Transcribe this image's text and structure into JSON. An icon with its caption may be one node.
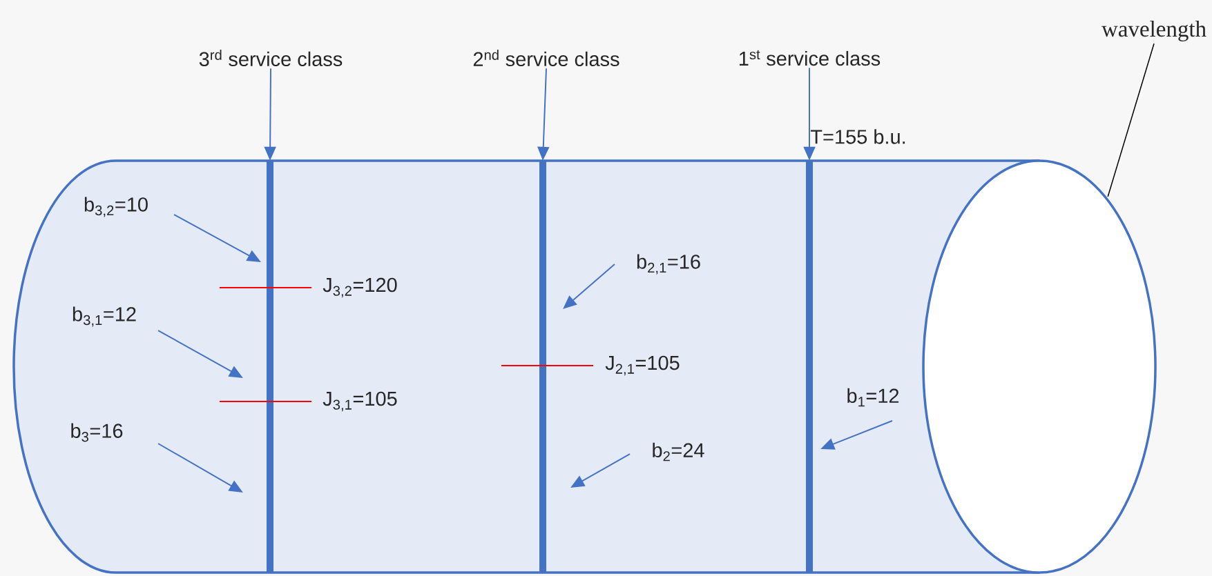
{
  "diagram": {
    "nodes": [
      {
        "text": [],
        "shape": "cylinder",
        "beside": [
          "T=155 b.u."
        ]
      },
      {
        "text": [
          "3$^{rd}$ service class"
        ]
      },
      {
        "text": [
          "2$^{nd}$ service class"
        ]
      },
      {
        "text": [
          "1$^{st}$ service class"
        ]
      },
      {
        "text": [],
        "shape": "bar",
        "in": 0,
        "beside": [
          "J$_{3,2}$=120",
          "J$_{3,1}$=105"
        ]
      },
      {
        "text": [],
        "shape": "bar",
        "in": 0,
        "beside": [
          "J$_{2,1}$=105"
        ]
      },
      {
        "text": [],
        "shape": "bar",
        "in": 0
      },
      {
        "text": [
          "wavelength"
        ]
      },
      {
        "text": [
          "b$_{3,2}$=10"
        ],
        "in": 0
      },
      {
        "text": [
          "b$_{3,1}$=12"
        ],
        "in": 0
      },
      {
        "text": [
          "b$_{3}$=16"
        ],
        "in": 0
      },
      {
        "text": [
          "b$_{2,1}$=16"
        ],
        "in": 0
      },
      {
        "text": [
          "b$_{2}$=24"
        ],
        "in": 0
      },
      {
        "text": [
          "b$_{1}$=12"
        ],
        "in": 0
      }
    ],
    "edges": [
      {
        "from": 1,
        "to": 4,
        "arrow": "to"
      },
      {
        "from": 2,
        "to": 5,
        "arrow": "to"
      },
      {
        "from": 3,
        "to": 6,
        "arrow": "to"
      },
      {
        "from": 7,
        "to": 0,
        "arrow": "none",
        "color": "#000000"
      },
      {
        "from": 8,
        "to": 4,
        "arrow": "to"
      },
      {
        "from": 9,
        "to": 4,
        "arrow": "to"
      },
      {
        "from": 10,
        "to": 4,
        "arrow": "to"
      },
      {
        "from": 11,
        "to": 5,
        "arrow": "to"
      },
      {
        "from": 12,
        "to": 5,
        "arrow": "to"
      },
      {
        "from": 13,
        "to": 6,
        "arrow": "to"
      }
    ]
  }
}
